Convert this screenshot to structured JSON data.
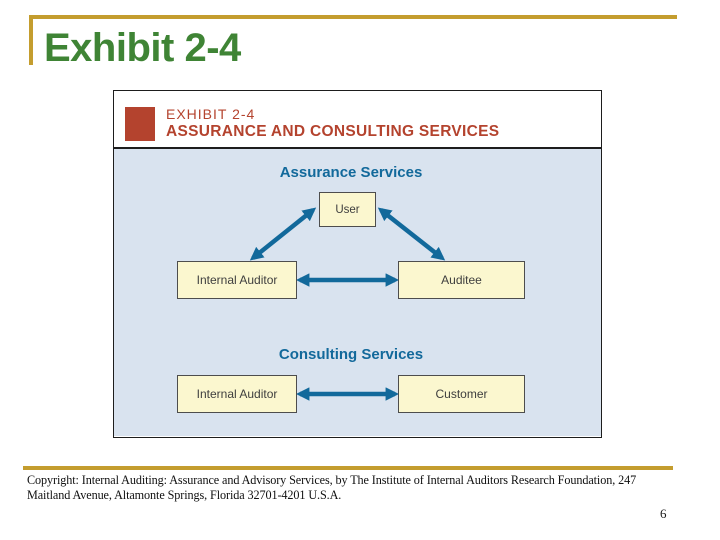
{
  "slide": {
    "title": "Exhibit 2-4",
    "page_number": "6",
    "copyright_lines": [
      "Copyright: Internal Auditing: Assurance and Advisory Services, by The Institute of Internal Auditors Research Foundation, 247",
      "Maitland Avenue, Altamonte Springs, Florida 32701-4201 U.S.A."
    ]
  },
  "exhibit": {
    "label": "EXHIBIT 2-4",
    "title": "ASSURANCE AND CONSULTING SERVICES",
    "assurance": {
      "title": "Assurance Services",
      "user_box": "User",
      "internal_auditor_box": "Internal Auditor",
      "auditee_box": "Auditee"
    },
    "consulting": {
      "title": "Consulting Services",
      "internal_auditor_box": "Internal Auditor",
      "customer_box": "Customer"
    }
  },
  "colors": {
    "accent_gold": "#C49D2E",
    "title_green": "#3F8435",
    "exhibit_red": "#B4432E",
    "diagram_teal": "#12699B",
    "panel_blue": "#D9E3EF",
    "box_yellow": "#FBF7CF"
  }
}
